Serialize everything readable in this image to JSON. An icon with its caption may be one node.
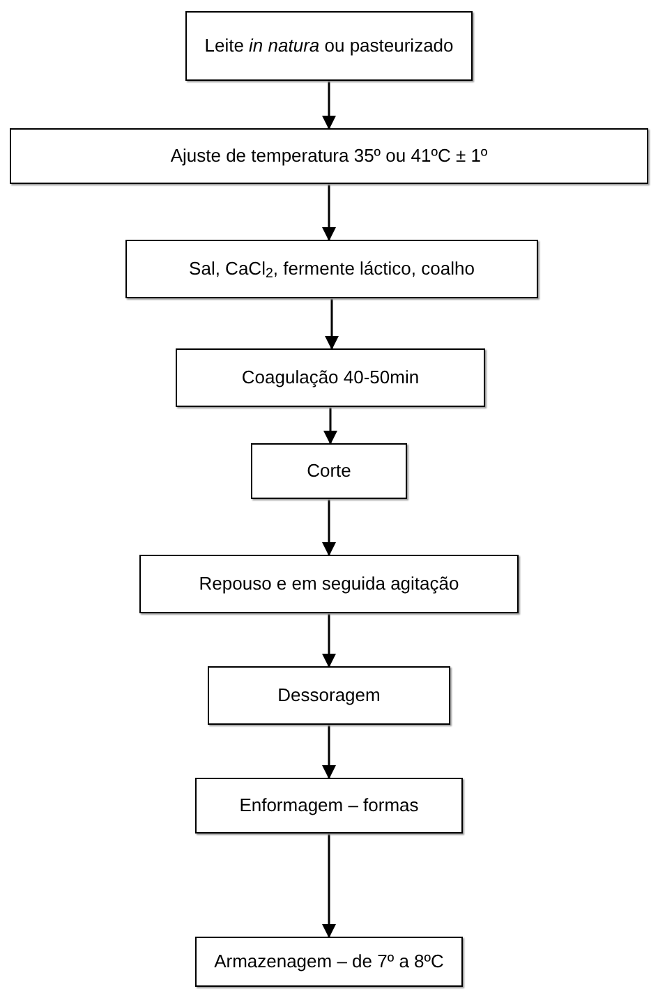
{
  "diagram": {
    "nodes": [
      {
        "text": [
          "Leite *in natura* ou pasteurizado"
        ]
      },
      {
        "text": [
          "Ajuste de temperatura 35º ou 41ºC ± 1º"
        ]
      },
      {
        "text": [
          "Sal, CaCl$_{2}$, fermente láctico, coalho"
        ]
      },
      {
        "text": [
          "Coagulação 40-50min"
        ]
      },
      {
        "text": [
          "Corte"
        ]
      },
      {
        "text": [
          "Repouso e em seguida agitação"
        ]
      },
      {
        "text": [
          "Dessoragem"
        ]
      },
      {
        "text": [
          "Enformagem – formas"
        ]
      },
      {
        "text": [
          "Armazenagem – de 7º a 8ºC"
        ]
      }
    ],
    "edges": [
      {
        "from": 0,
        "to": 1,
        "arrow": "to"
      },
      {
        "from": 1,
        "to": 2,
        "arrow": "to"
      },
      {
        "from": 2,
        "to": 3,
        "arrow": "to"
      },
      {
        "from": 3,
        "to": 4,
        "arrow": "to"
      },
      {
        "from": 4,
        "to": 5,
        "arrow": "to"
      },
      {
        "from": 5,
        "to": 6,
        "arrow": "to"
      },
      {
        "from": 6,
        "to": 7,
        "arrow": "to"
      },
      {
        "from": 7,
        "to": 8,
        "arrow": "to"
      }
    ]
  }
}
